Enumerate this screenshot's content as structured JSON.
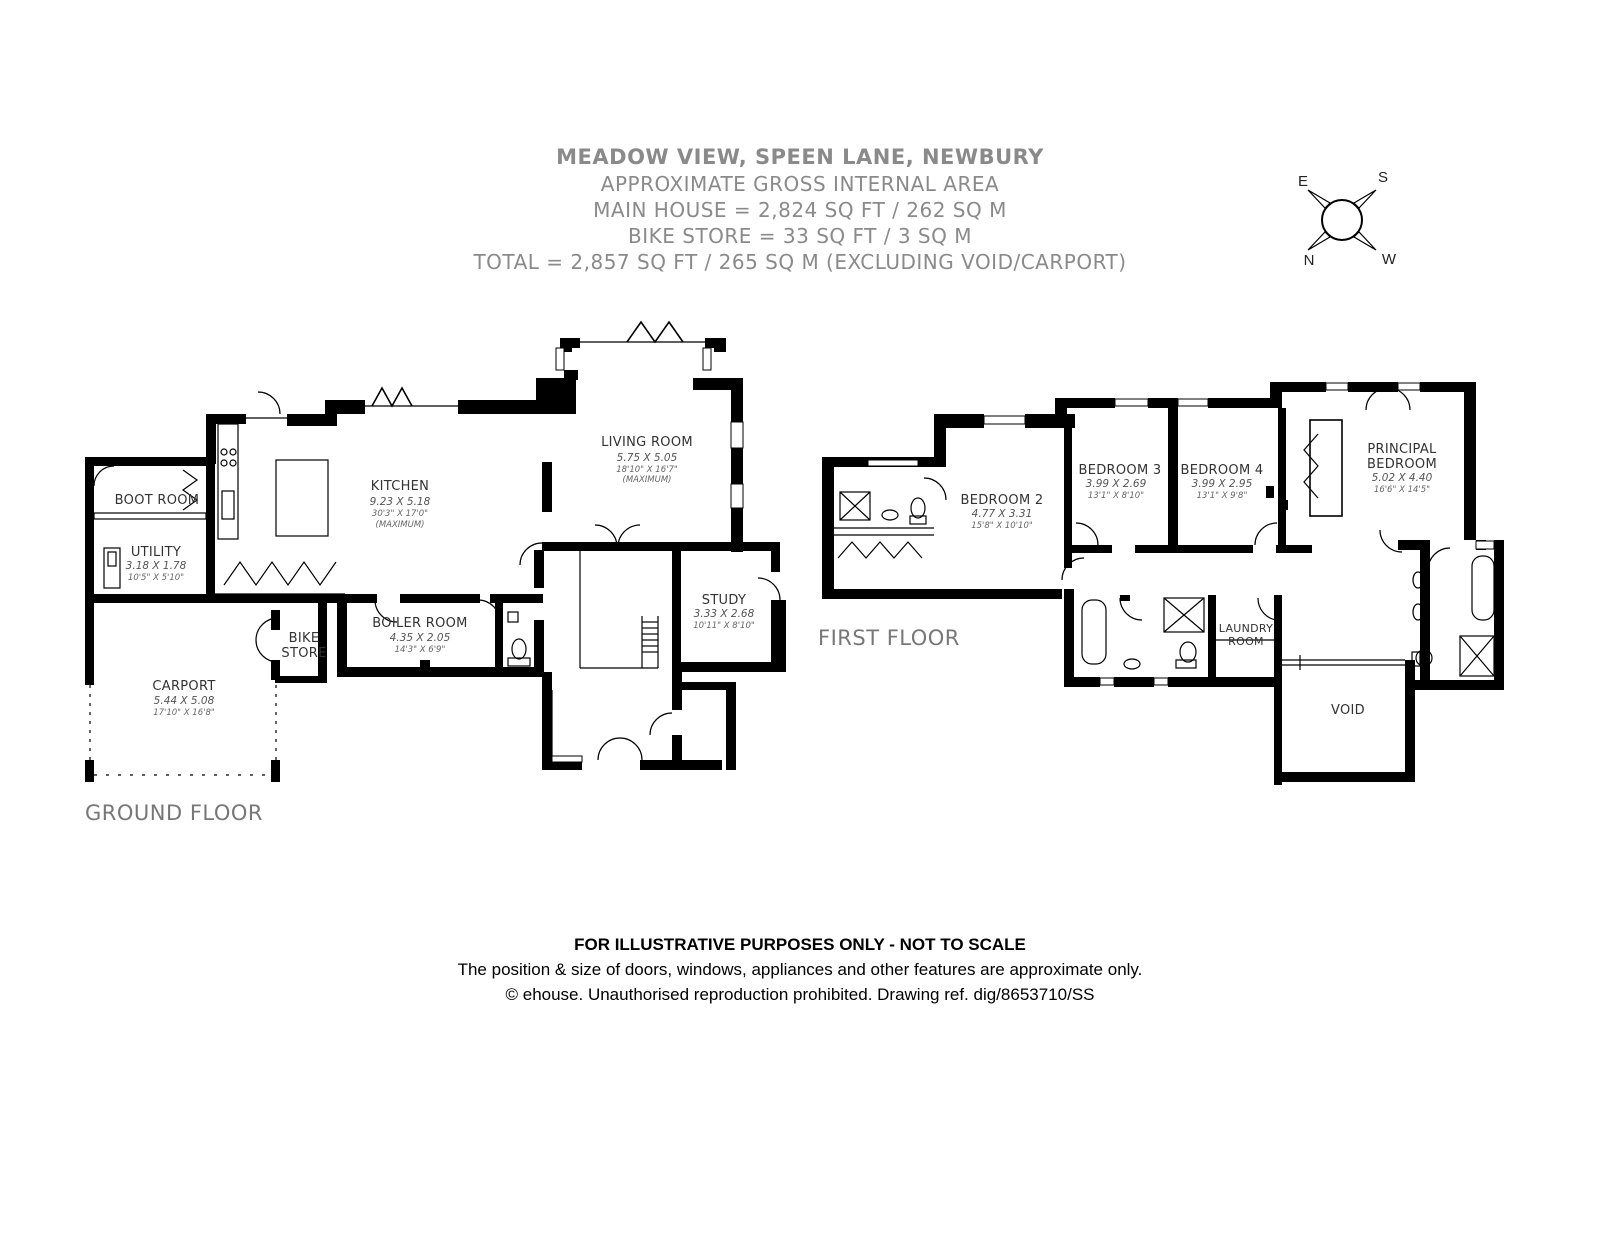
{
  "header": {
    "title": "MEADOW VIEW, SPEEN LANE, NEWBURY",
    "line2": "APPROXIMATE GROSS INTERNAL AREA",
    "line3": "MAIN HOUSE = 2,824 SQ FT / 262 SQ M",
    "line4": "BIKE STORE = 33 SQ FT / 3 SQ M",
    "line5": "TOTAL = 2,857 SQ FT / 265 SQ M (EXCLUDING VOID/CARPORT)"
  },
  "compass": {
    "e": "E",
    "s": "S",
    "n": "N",
    "w": "W"
  },
  "floors": {
    "ground": "GROUND FLOOR",
    "first": "FIRST FLOOR"
  },
  "rooms": {
    "kitchen": {
      "name": "KITCHEN",
      "metric": "9.23 X 5.18",
      "imperial": "30'3\" X 17'0\"",
      "note": "(MAXIMUM)"
    },
    "living": {
      "name": "LIVING ROOM",
      "metric": "5.75 X 5.05",
      "imperial": "18'10\" X 16'7\"",
      "note": "(MAXIMUM)"
    },
    "boot": {
      "name": "BOOT ROOM"
    },
    "utility": {
      "name": "UTILITY",
      "metric": "3.18 X 1.78",
      "imperial": "10'5\" X 5'10\""
    },
    "boiler": {
      "name": "BOILER ROOM",
      "metric": "4.35 X 2.05",
      "imperial": "14'3\" X 6'9\""
    },
    "bike_line1": "BIKE",
    "bike_line2": "STORE",
    "carport": {
      "name": "CARPORT",
      "metric": "5.44 X 5.08",
      "imperial": "17'10\" X 16'8\""
    },
    "study": {
      "name": "STUDY",
      "metric": "3.33 X 2.68",
      "imperial": "10'11\" X 8'10\""
    },
    "bed2": {
      "name": "BEDROOM 2",
      "metric": "4.77 X 3.31",
      "imperial": "15'8\" X 10'10\""
    },
    "bed3": {
      "name": "BEDROOM 3",
      "metric": "3.99 X 2.69",
      "imperial": "13'1\" X 8'10\""
    },
    "bed4": {
      "name": "BEDROOM 4",
      "metric": "3.99 X 2.95",
      "imperial": "13'1\" X 9'8\""
    },
    "principal_line1": "PRINCIPAL",
    "principal_line2": "BEDROOM",
    "principal": {
      "metric": "5.02 X 4.40",
      "imperial": "16'6\" X 14'5\""
    },
    "laundry_line1": "LAUNDRY",
    "laundry_line2": "ROOM",
    "void": "VOID"
  },
  "footer": {
    "line1": "FOR ILLUSTRATIVE PURPOSES ONLY - NOT TO SCALE",
    "line2": "The position & size of doors, windows, appliances and other features are approximate only.",
    "line3": "© ehouse. Unauthorised reproduction prohibited. Drawing ref. dig/8653710/SS"
  }
}
